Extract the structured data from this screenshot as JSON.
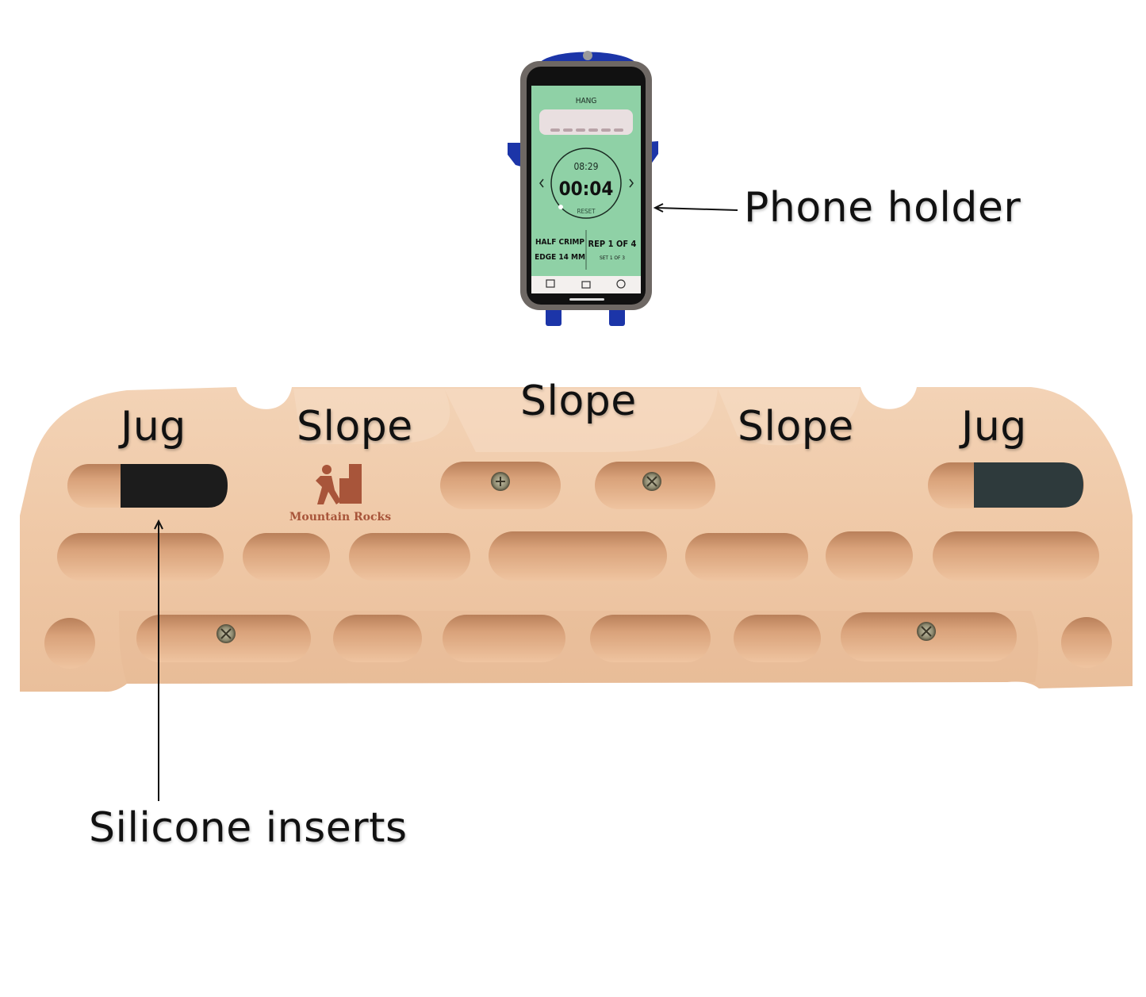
{
  "labels": {
    "phone_holder": "Phone holder",
    "silicone_inserts": "Silicone inserts",
    "jug_left": "Jug",
    "slope_left": "Slope",
    "slope_center": "Slope",
    "slope_right": "Slope",
    "jug_right": "Jug"
  },
  "phone_screen": {
    "title": "HANG",
    "elapsed": "08:29",
    "timer": "00:04",
    "reset": "RESET",
    "grip": "HALF CRIMP",
    "edge": "EDGE 14 MM",
    "rep": "REP 1 OF 4",
    "set": "SET 1 OF 3"
  },
  "logo": {
    "brand": "Mountain Rocks"
  },
  "colors": {
    "wood": "#f0c9a6",
    "screen_green": "#8fd1a6",
    "holder_blue": "#1c35a8",
    "insert_black": "#1c1c1c",
    "insert_dark_slate": "#2e3a3c"
  }
}
